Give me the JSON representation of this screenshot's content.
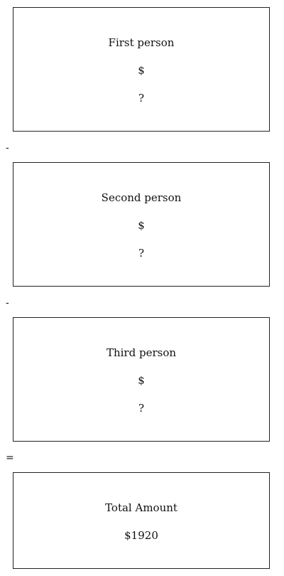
{
  "boxes": [
    {
      "label": "First person",
      "currency": "$",
      "value": "?"
    },
    {
      "label": "Second person",
      "currency": "$",
      "value": "?"
    },
    {
      "label": "Third person",
      "currency": "$",
      "value": "?"
    }
  ],
  "total": {
    "label": "Total Amount",
    "value": "$1920"
  },
  "operators": [
    "-",
    "-",
    "="
  ]
}
